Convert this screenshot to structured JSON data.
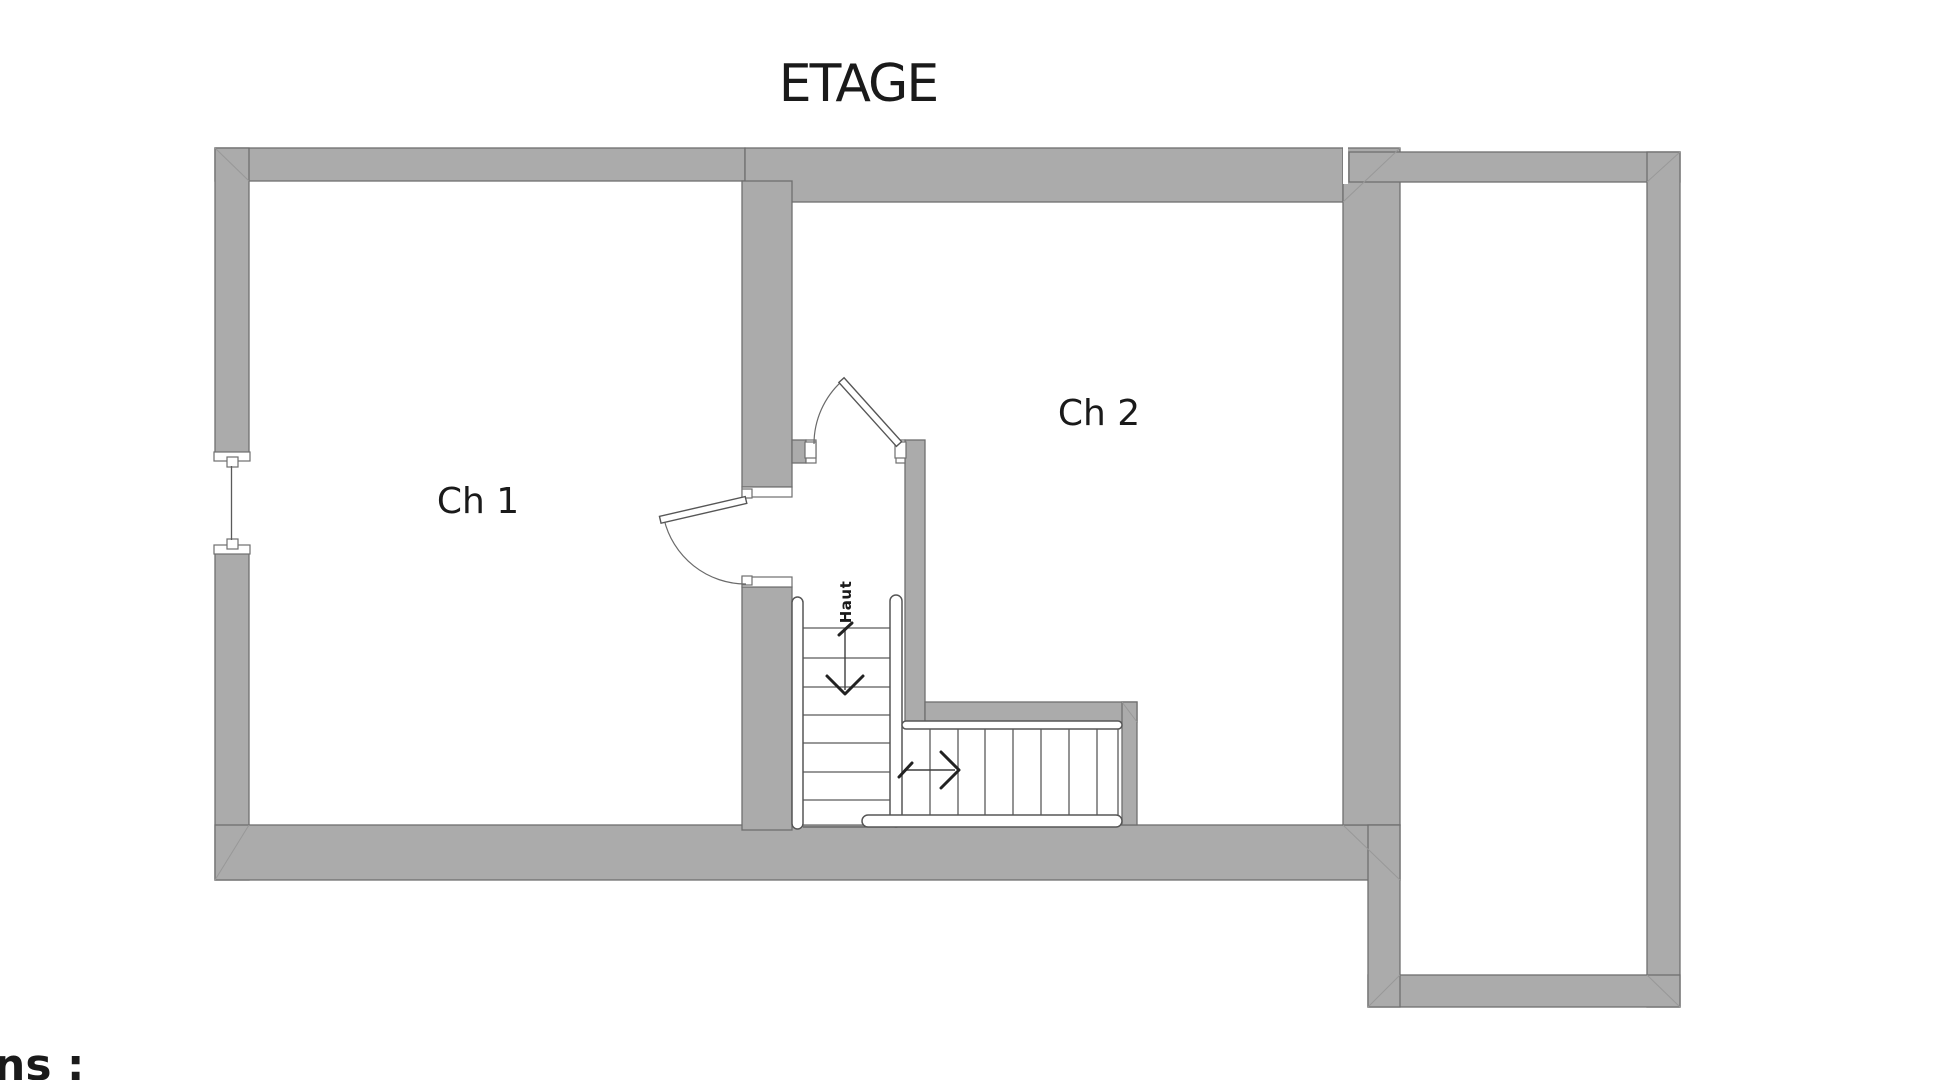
{
  "title": "ETAGE",
  "rooms": [
    {
      "id": "ch1",
      "label": "Ch 1"
    },
    {
      "id": "ch2",
      "label": "Ch 2"
    }
  ],
  "stairs": {
    "up_label": "Haut"
  },
  "corner_text_fragment": "ns :",
  "colors": {
    "wall": "#ababab",
    "wall-stroke": "#6f6f6f",
    "line": "#4f4f4f",
    "arrow": "#222222",
    "ink": "#1a1a1a",
    "bg": "#ffffff"
  }
}
